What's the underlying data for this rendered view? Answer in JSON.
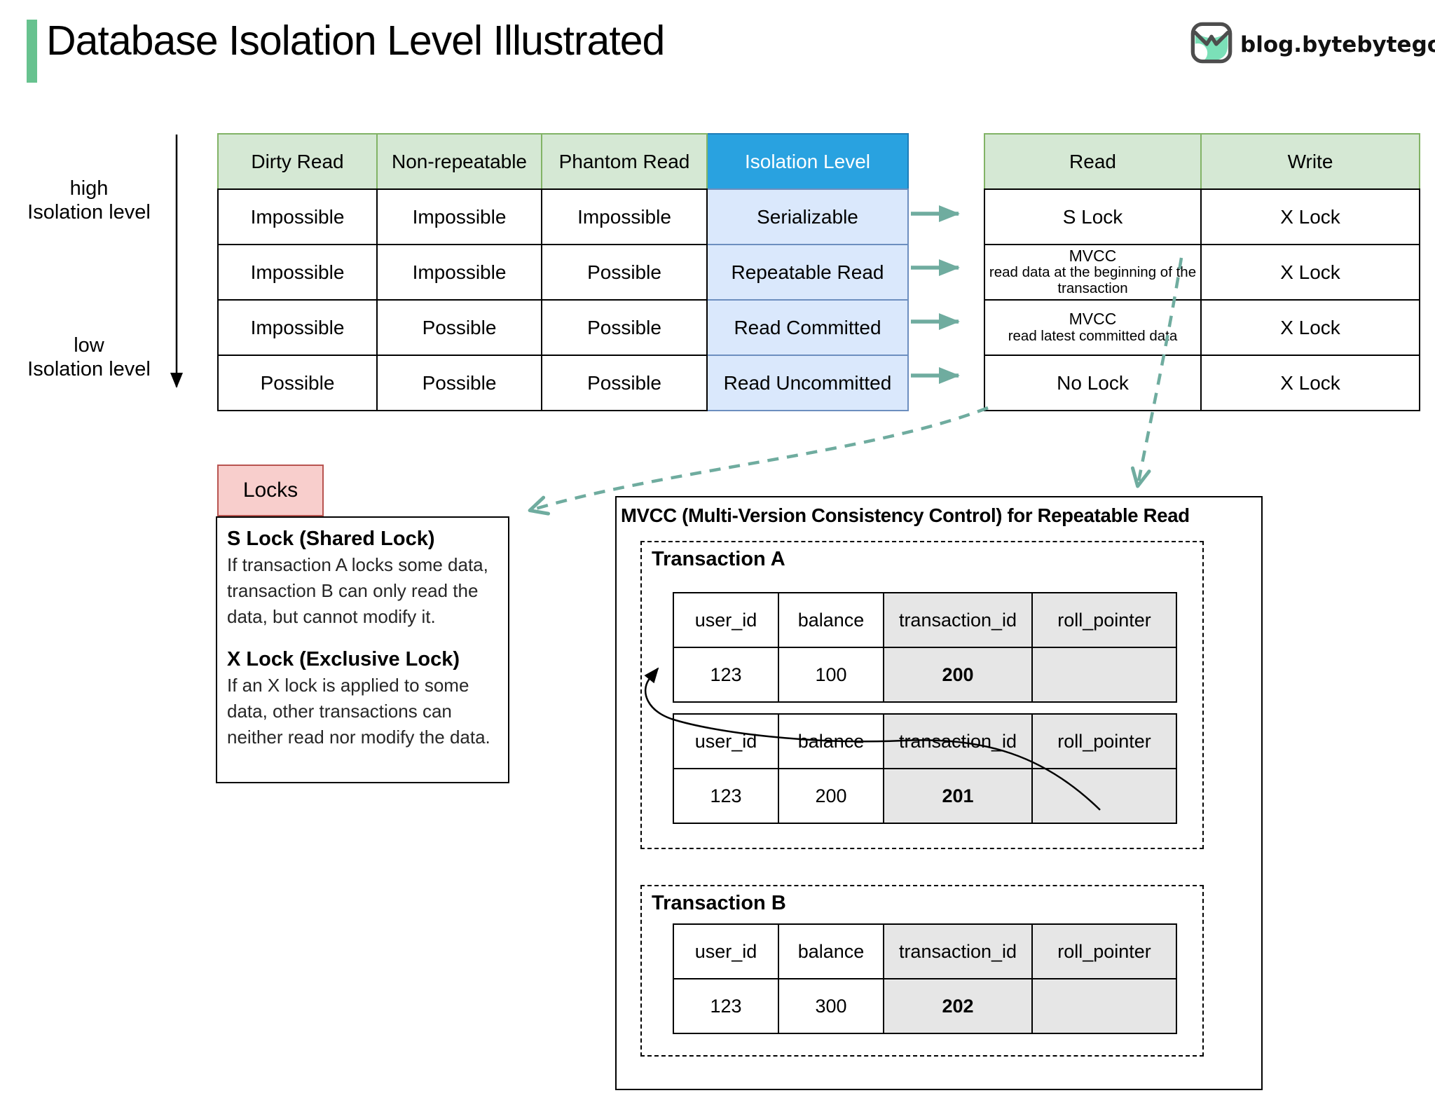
{
  "header": {
    "title": "Database Isolation Level Illustrated",
    "brand": "blog.bytebytego.com"
  },
  "axis": {
    "high_line1": "high",
    "high_line2": "Isolation level",
    "low_line1": "low",
    "low_line2": "Isolation level"
  },
  "matrix_table": {
    "headers": [
      "Dirty Read",
      "Non-repeatable",
      "Phantom Read",
      "Isolation Level"
    ],
    "rows": [
      [
        "Impossible",
        "Impossible",
        "Impossible",
        "Serializable"
      ],
      [
        "Impossible",
        "Impossible",
        "Possible",
        "Repeatable Read"
      ],
      [
        "Impossible",
        "Possible",
        "Possible",
        "Read Committed"
      ],
      [
        "Possible",
        "Possible",
        "Possible",
        "Read Uncommitted"
      ]
    ]
  },
  "lock_table": {
    "headers": [
      "Read",
      "Write"
    ],
    "rows": [
      {
        "read": "S Lock",
        "write": "X Lock"
      },
      {
        "read_title": "MVCC",
        "read_sub": "read data at the beginning of the transaction",
        "write": "X Lock"
      },
      {
        "read_title": "MVCC",
        "read_sub": "read latest committed data",
        "write": "X Lock"
      },
      {
        "read": "No Lock",
        "write": "X Lock"
      }
    ]
  },
  "locks_panel": {
    "tab": "Locks",
    "s_lock_title": "S Lock (Shared Lock)",
    "s_lock_body": "If transaction A locks some data, transaction B can only read the data, but cannot modify it.",
    "x_lock_title": "X Lock (Exclusive Lock)",
    "x_lock_body": "If an X lock is applied to some data, other transactions can neither read nor modify the data."
  },
  "mvcc": {
    "title": "MVCC (Multi-Version Consistency Control) for Repeatable Read",
    "columns": [
      "user_id",
      "balance",
      "transaction_id",
      "roll_pointer"
    ],
    "transaction_a": {
      "label": "Transaction A",
      "versions": [
        {
          "user_id": "123",
          "balance": "100",
          "transaction_id": "200",
          "roll_pointer": ""
        },
        {
          "user_id": "123",
          "balance": "200",
          "transaction_id": "201",
          "roll_pointer": ""
        }
      ]
    },
    "transaction_b": {
      "label": "Transaction B",
      "versions": [
        {
          "user_id": "123",
          "balance": "300",
          "transaction_id": "202",
          "roll_pointer": ""
        }
      ]
    }
  },
  "colors": {
    "accent_green": "#67c28f",
    "logo_mint": "#7be0b8",
    "header_green": "#d5e8d4",
    "header_green_border": "#82b366",
    "header_blue": "#29a2e0",
    "cell_blue": "#dae8fc",
    "cell_blue_border": "#6c8ebf",
    "pink": "#f8cecc",
    "pink_border": "#b85450",
    "teal_arrow": "#6fac9f",
    "cell_gray": "#e6e6e6"
  }
}
